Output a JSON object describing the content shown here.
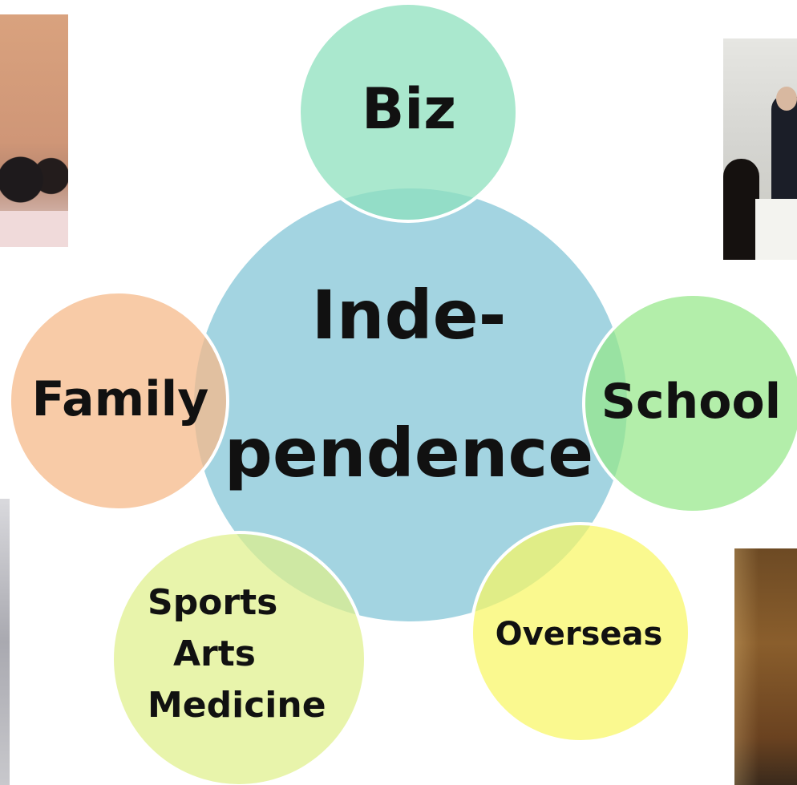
{
  "center": {
    "line1": "Inde-",
    "line2": "pendence",
    "color": "#7fc4d6"
  },
  "nodes": {
    "biz": {
      "label": "Biz",
      "color": "#8ee0bd"
    },
    "school": {
      "label": "School",
      "color": "#95e889"
    },
    "overseas": {
      "label": "Overseas",
      "color": "#f8f764"
    },
    "sports": {
      "line1": "Sports",
      "line2": "Arts",
      "line3": "Medicine",
      "color": "#dff08b"
    },
    "family": {
      "label": "Family",
      "color": "#f6b98a"
    }
  },
  "photos": [
    "students-photo",
    "classroom-photo",
    "side-photo",
    "lecture-hall-photo"
  ]
}
